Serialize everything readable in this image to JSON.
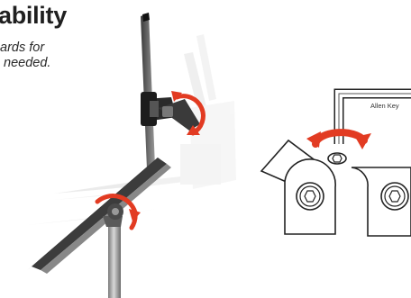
{
  "header": {
    "title": "ability",
    "subtitle_line1": "ards for",
    "subtitle_line2": "needed."
  },
  "right_diagram": {
    "label": "Allen Key"
  },
  "colors": {
    "rotation_arrow": "#e23b22",
    "pole": "#9a9a9a",
    "laptop_dark": "#2c2c2c",
    "outline": "#222222"
  },
  "icons": [
    "rotation-arrow-icon",
    "hex-socket-icon",
    "allen-key-icon"
  ]
}
